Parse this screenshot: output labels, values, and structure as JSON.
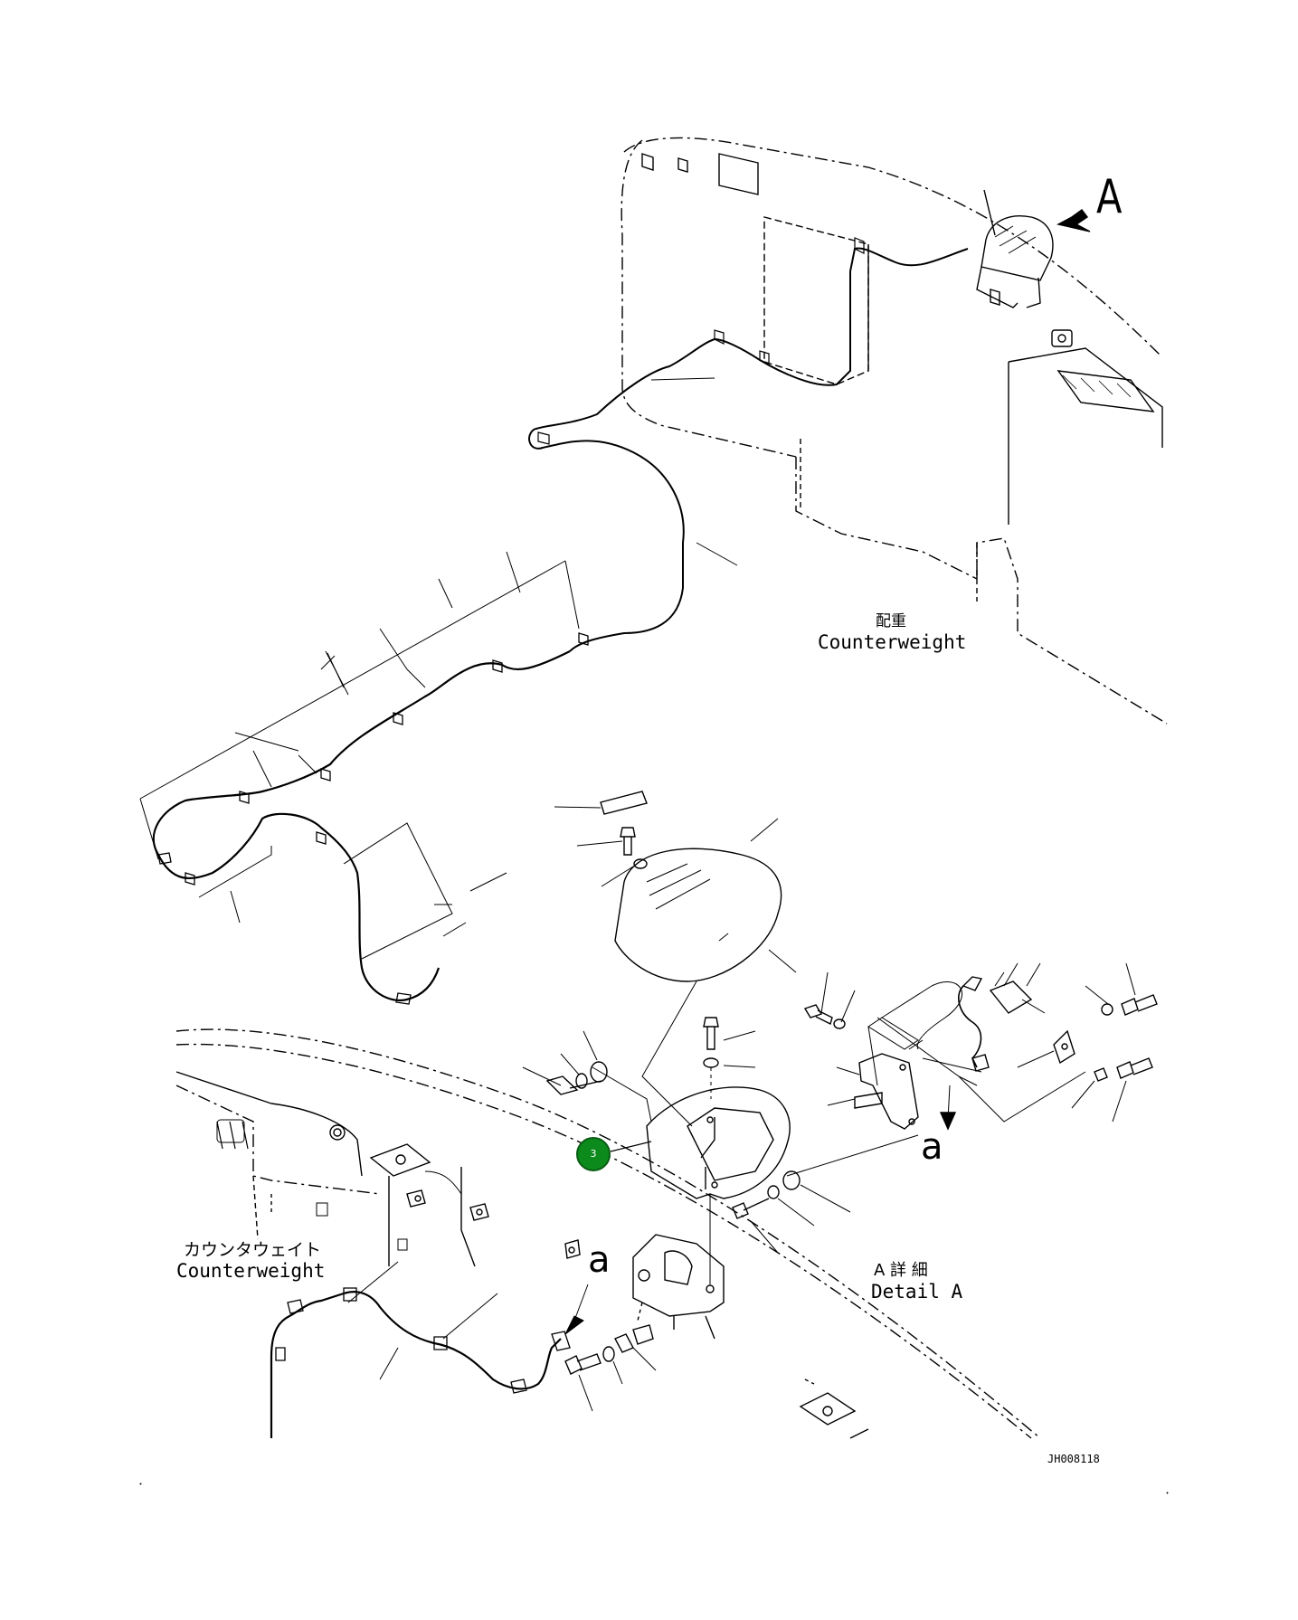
{
  "labels": {
    "view_a_arrow": "A",
    "cw_upper_jp": "配重",
    "cw_upper_en": "Counterweight",
    "cw_lower_jp": "カウンタウェイト",
    "cw_lower_en": "Counterweight",
    "detail_jp": "A 詳 細",
    "detail_en": "Detail A",
    "ref_a_upper": "a",
    "ref_a_lower": "a",
    "drawing_no": "JH008118"
  },
  "callouts": [
    {
      "number": "3",
      "color": "#0c8a1c"
    }
  ]
}
